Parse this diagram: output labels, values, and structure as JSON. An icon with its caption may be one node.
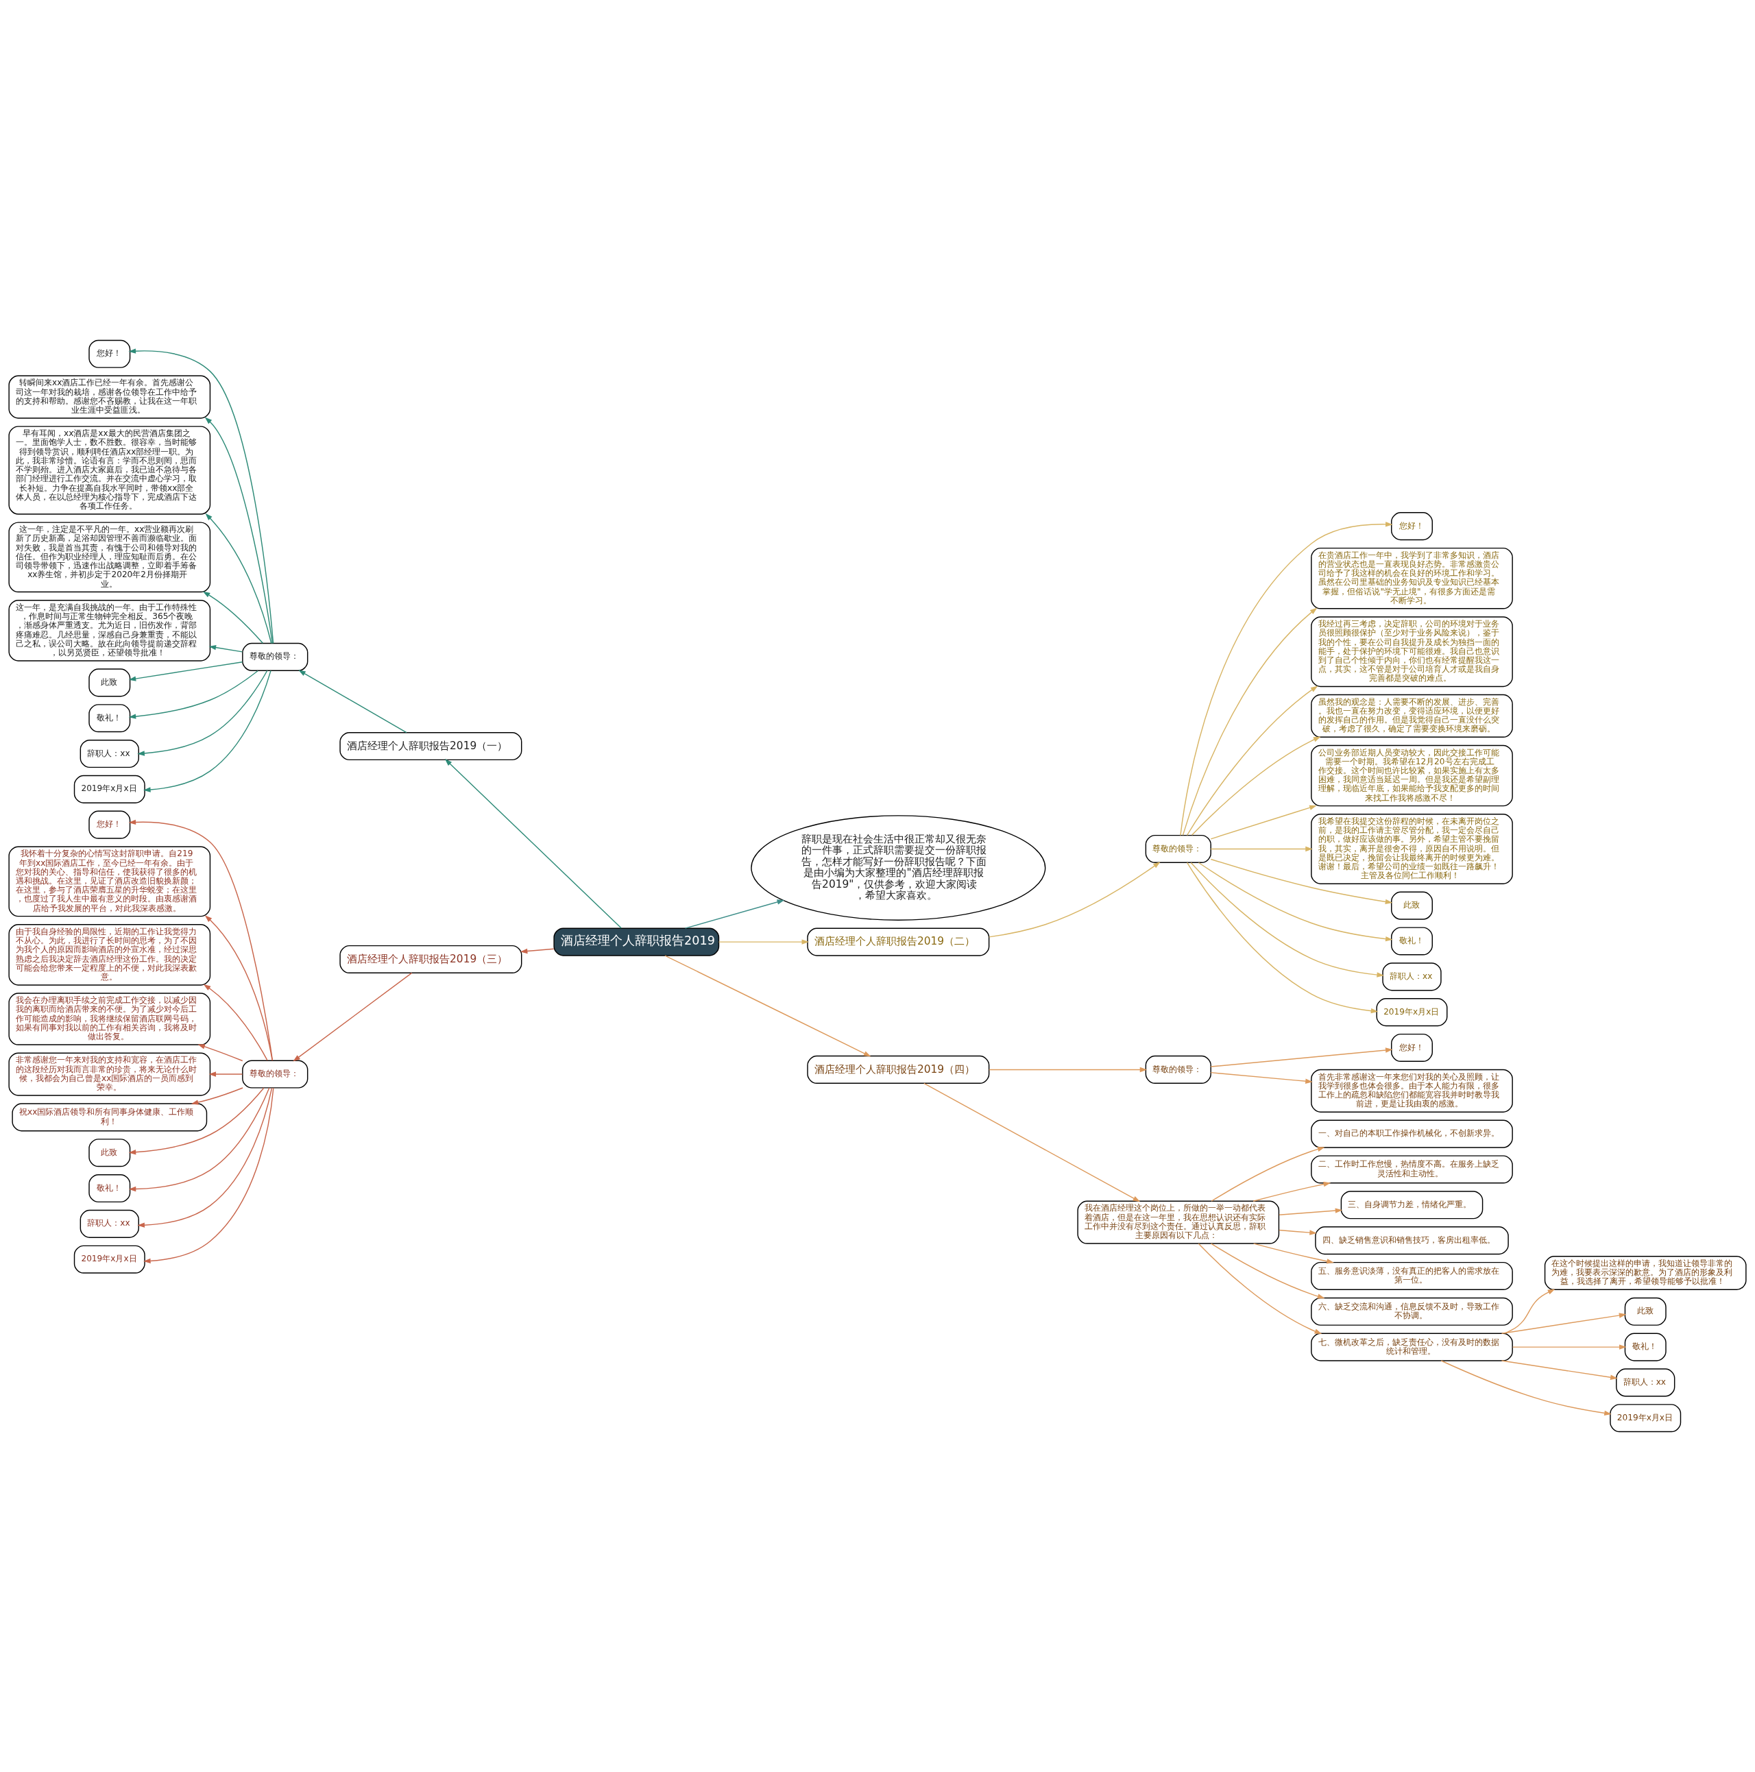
{
  "diagram": {
    "nodes": [
      {
        "text": [
          "酒店经理个人辞职报告2019"
        ]
      },
      {
        "text": [
          "辞职是现在社会生活中很正常却又很无奈的一件事，正式辞职需要提交一份辞职报告，怎样才能写好一份辞职报告呢？下面是由小编为大家整理的\"酒店经理辞职报告2019\"，仅供参考，欢迎大家阅读，希望大家喜欢。"
        ]
      },
      {
        "text": [
          "酒店经理个人辞职报告2019（一）"
        ]
      },
      {
        "text": [
          "尊敬的领导："
        ]
      },
      {
        "text": [
          "您好！"
        ]
      },
      {
        "text": [
          "转瞬间来xx酒店工作已经一年有余。首先感谢公司这一年对我的栽培，感谢各位领导在工作中给予的支持和帮助。感谢您不吝赐教，让我在这一年职业生涯中受益匪浅。"
        ]
      },
      {
        "text": [
          "早有耳闻，xx酒店是xx最大的民营酒店集团之一。里面饱学人士，数不胜数。很容幸，当时能够得到领导赏识，顺利聘任酒店xx部经理一职。为此，我非常珍惜。论语有言：学而不思则罔，思而不学则殆。进入酒店大家庭后，我已迫不急待与各部门经理进行工作交流。并在交流中虚心学习，取长补短。力争在提高自我水平同时，带领xx部全体人员，在以总经理为核心指导下，完成酒店下达各项工作任务。"
        ]
      },
      {
        "text": [
          "这一年，注定是不平凡的一年。xx营业额再次刷新了历史新高，足浴却因管理不善而濒临歇业。面对失败，我是首当其责，有愧于公司和领导对我的信任。但作为职业经理人，理应知耻而后勇。在公司领导带领下，迅速作出战略调整，立即着手筹备xx养生馆，并初步定于2020年2月份择期开业。"
        ]
      },
      {
        "text": [
          "这一年，是充满自我挑战的一年。由于工作特殊性，作息时间与正常生物钟完全相反。365个夜晚，渐感身体严重透支。尤为近日，旧伤发作，背部疼痛难忍。几经思量，深感自己身兼重责，不能以己之私，误公司大略。故在此向领导提前递交辞程，以另觅贤臣，还望领导批准！"
        ]
      },
      {
        "text": [
          "此致"
        ]
      },
      {
        "text": [
          "敬礼！"
        ]
      },
      {
        "text": [
          "辞职人：xx"
        ]
      },
      {
        "text": [
          "2019年x月x日"
        ]
      },
      {
        "text": [
          "酒店经理个人辞职报告2019（二）"
        ]
      },
      {
        "text": [
          "尊敬的领导："
        ]
      },
      {
        "text": [
          "您好！"
        ]
      },
      {
        "text": [
          "在贵酒店工作一年中，我学到了非常多知识，酒店的营业状态也是一直表现良好态势。非常感激贵公司给予了我这样的机会在良好的环境工作和学习。虽然在公司里基础的业务知识及专业知识已经基本掌握，但俗话说\"学无止境\"，有很多方面还是需不断学习。"
        ]
      },
      {
        "text": [
          "我经过再三考虑，决定辞职，公司的环境对于业务员很照顾很保护（至少对于业务风险来说），鉴于我的个性，要在公司自我提升及成长为独挡一面的能手，处于保护的环境下可能很难。我自己也意识到了自己个性倾于内向，你们也有经常提醒我这一点，其实，这不管是对于公司培育人才或是我自身完善都是突破的难点。"
        ]
      },
      {
        "text": [
          "虽然我的观念是：人需要不断的发展、进步、完善。我也一直在努力改变，变得适应环境，以便更好的发挥自己的作用。但是我觉得自己一直没什么突破，考虑了很久，确定了需要变换环境来磨砺。"
        ]
      },
      {
        "text": [
          "公司业务部近期人员变动较大，因此交接工作可能需要一个时期。我希望在12月20号左右完成工作交接。这个时间也许比较紧，如果实施上有太多困难，我同意适当延迟一周。但是我还是希望副理理解，现临近年底，如果能给予我支配更多的时间来找工作我将感激不尽！"
        ]
      },
      {
        "text": [
          "我希望在我提交这份辞程的时候，在未离开岗位之前，是我的工作请主管尽管分配，我一定会尽自己的职，做好应该做的事。另外，希望主管不要挽留我，其实，离开是很舍不得，原因自不用说明。但是既已决定，挽留会让我最终离开的时候更为难。谢谢！最后，希望公司的业绩一如既往一路飙升！主管及各位同仁工作顺利！"
        ]
      },
      {
        "text": [
          "此致"
        ]
      },
      {
        "text": [
          "敬礼！"
        ]
      },
      {
        "text": [
          "辞职人：xx"
        ]
      },
      {
        "text": [
          "2019年x月x日"
        ]
      },
      {
        "text": [
          "酒店经理个人辞职报告2019（三）"
        ]
      },
      {
        "text": [
          "尊敬的领导："
        ]
      },
      {
        "text": [
          "您好！"
        ]
      },
      {
        "text": [
          "我怀着十分复杂的心情写这封辞职申请。自219年到xx国际酒店工作，至今已经一年有余。由于您对我的关心、指导和信任，使我获得了很多的机遇和挑战。在这里，见证了酒店改造旧貌换新颜；在这里，参与了酒店荣膺五星的升华蜕变；在这里，也度过了我人生中最有意义的时段。由衷感谢酒店给予我发展的平台，对此我深表感激。"
        ]
      },
      {
        "text": [
          "由于我自身经验的局限性，近期的工作让我觉得力不从心。为此，我进行了长时间的思考，为了不因为我个人的原因而影响酒店的外宣水准，经过深思熟虑之后我决定辞去酒店经理这份工作。我的决定可能会给您带来一定程度上的不便，对此我深表歉意。"
        ]
      },
      {
        "text": [
          "我会在办理离职手续之前完成工作交接，以减少因我的离职而给酒店带来的不便。为了减少对今后工作可能造成的影响，我将继续保留酒店联网号码，如果有同事对我以前的工作有相关咨询，我将及时做出答复。"
        ]
      },
      {
        "text": [
          "非常感谢您一年来对我的支持和宽容，在酒店工作的这段经历对我而言非常的珍贵，将来无论什么时候，我都会为自己曾是xx国际酒店的一员而感到荣幸。"
        ]
      },
      {
        "text": [
          "祝xx国际酒店领导和所有同事身体健康、工作顺利！"
        ]
      },
      {
        "text": [
          "此致"
        ]
      },
      {
        "text": [
          "敬礼！"
        ]
      },
      {
        "text": [
          "辞职人：xx"
        ]
      },
      {
        "text": [
          "2019年x月x日"
        ]
      },
      {
        "text": [
          "酒店经理个人辞职报告2019（四）"
        ]
      },
      {
        "text": [
          "尊敬的领导："
        ]
      },
      {
        "text": [
          "您好！"
        ]
      },
      {
        "text": [
          "首先非常感谢这一年来您们对我的关心及照顾，让我学到很多也体会很多。由于本人能力有限，很多工作上的疏忽和缺陷您们都能宽容我并时时教导我前进，更是让我由衷的感激。"
        ]
      },
      {
        "text": [
          "我在酒店经理这个岗位上，所做的一举一动都代表着酒店，但是在这一年里，我在思想认识还有实际工作中并没有尽到这个责任。通过认真反思，辞职主要原因有以下几点："
        ]
      },
      {
        "text": [
          "一、对自己的本职工作操作机械化，不创新求异。"
        ]
      },
      {
        "text": [
          "二、工作时工作怠慢，热情度不高。在服务上缺乏灵活性和主动性。"
        ]
      },
      {
        "text": [
          "三、自身调节力差，情绪化严重。"
        ]
      },
      {
        "text": [
          "四、缺乏销售意识和销售技巧，客房出租率低。"
        ]
      },
      {
        "text": [
          "五、服务意识淡薄，没有真正的把客人的需求放在第一位。"
        ]
      },
      {
        "text": [
          "六、缺乏交流和沟通，信息反馈不及时，导致工作不协调。"
        ]
      },
      {
        "text": [
          "七、微机改革之后，缺乏责任心，没有及时的数据统计和管理。"
        ]
      },
      {
        "text": [
          "在这个时候提出这样的申请，我知道让领导非常的为难，我要表示深深的歉意。为了酒店的形象及利益，我选择了离开，希望领导能够予以批准！"
        ]
      },
      {
        "text": [
          "此致"
        ]
      },
      {
        "text": [
          "敬礼！"
        ]
      },
      {
        "text": [
          "辞职人：xx"
        ]
      },
      {
        "text": [
          "2019年x月x日"
        ]
      }
    ],
    "edges": [
      {
        "from": 0,
        "to": 1,
        "arrow": "to",
        "color": "#3f8f8a"
      },
      {
        "from": 0,
        "to": 2,
        "arrow": "to",
        "color": "#2e8b78"
      },
      {
        "from": 2,
        "to": 3,
        "arrow": "to",
        "color": "#2e8b78"
      },
      {
        "from": 3,
        "to": 4,
        "arrow": "to",
        "color": "#2e8b78"
      },
      {
        "from": 3,
        "to": 5,
        "arrow": "to",
        "color": "#2e8b78"
      },
      {
        "from": 3,
        "to": 6,
        "arrow": "to",
        "color": "#2e8b78"
      },
      {
        "from": 3,
        "to": 7,
        "arrow": "to",
        "color": "#2e8b78"
      },
      {
        "from": 3,
        "to": 8,
        "arrow": "to",
        "color": "#2e8b78"
      },
      {
        "from": 3,
        "to": 9,
        "arrow": "to",
        "color": "#2e8b78"
      },
      {
        "from": 3,
        "to": 10,
        "arrow": "to",
        "color": "#2e8b78"
      },
      {
        "from": 3,
        "to": 11,
        "arrow": "to",
        "color": "#2e8b78"
      },
      {
        "from": 3,
        "to": 12,
        "arrow": "to",
        "color": "#2e8b78"
      },
      {
        "from": 0,
        "to": 13,
        "arrow": "to",
        "color": "#d8b565"
      },
      {
        "from": 13,
        "to": 14,
        "arrow": "to",
        "color": "#d8b565"
      },
      {
        "from": 14,
        "to": 15,
        "arrow": "to",
        "color": "#d8b565"
      },
      {
        "from": 14,
        "to": 16,
        "arrow": "to",
        "color": "#d8b565"
      },
      {
        "from": 14,
        "to": 17,
        "arrow": "to",
        "color": "#d8b565"
      },
      {
        "from": 14,
        "to": 18,
        "arrow": "to",
        "color": "#d8b565"
      },
      {
        "from": 14,
        "to": 19,
        "arrow": "to",
        "color": "#d8b565"
      },
      {
        "from": 14,
        "to": 20,
        "arrow": "to",
        "color": "#d8b565"
      },
      {
        "from": 14,
        "to": 21,
        "arrow": "to",
        "color": "#d8b565"
      },
      {
        "from": 14,
        "to": 22,
        "arrow": "to",
        "color": "#d8b565"
      },
      {
        "from": 14,
        "to": 23,
        "arrow": "to",
        "color": "#d8b565"
      },
      {
        "from": 14,
        "to": 24,
        "arrow": "to",
        "color": "#d8b565"
      },
      {
        "from": 0,
        "to": 25,
        "arrow": "to",
        "color": "#c9664c"
      },
      {
        "from": 25,
        "to": 26,
        "arrow": "to",
        "color": "#c9664c"
      },
      {
        "from": 26,
        "to": 27,
        "arrow": "to",
        "color": "#c9664c"
      },
      {
        "from": 26,
        "to": 28,
        "arrow": "to",
        "color": "#c9664c"
      },
      {
        "from": 26,
        "to": 29,
        "arrow": "to",
        "color": "#c9664c"
      },
      {
        "from": 26,
        "to": 30,
        "arrow": "to",
        "color": "#c9664c"
      },
      {
        "from": 26,
        "to": 31,
        "arrow": "to",
        "color": "#c9664c"
      },
      {
        "from": 26,
        "to": 32,
        "arrow": "to",
        "color": "#c9664c"
      },
      {
        "from": 26,
        "to": 33,
        "arrow": "to",
        "color": "#c9664c"
      },
      {
        "from": 26,
        "to": 34,
        "arrow": "to",
        "color": "#c9664c"
      },
      {
        "from": 26,
        "to": 35,
        "arrow": "to",
        "color": "#c9664c"
      },
      {
        "from": 26,
        "to": 36,
        "arrow": "to",
        "color": "#c9664c"
      },
      {
        "from": 0,
        "to": 37,
        "arrow": "to",
        "color": "#dd9a5c"
      },
      {
        "from": 37,
        "to": 38,
        "arrow": "to",
        "color": "#dd9a5c"
      },
      {
        "from": 38,
        "to": 39,
        "arrow": "to",
        "color": "#dd9a5c"
      },
      {
        "from": 38,
        "to": 40,
        "arrow": "to",
        "color": "#dd9a5c"
      },
      {
        "from": 37,
        "to": 41,
        "arrow": "to",
        "color": "#dd9a5c"
      },
      {
        "from": 41,
        "to": 42,
        "arrow": "to",
        "color": "#dd9a5c"
      },
      {
        "from": 41,
        "to": 43,
        "arrow": "to",
        "color": "#dd9a5c"
      },
      {
        "from": 41,
        "to": 44,
        "arrow": "to",
        "color": "#dd9a5c"
      },
      {
        "from": 41,
        "to": 45,
        "arrow": "to",
        "color": "#dd9a5c"
      },
      {
        "from": 41,
        "to": 46,
        "arrow": "to",
        "color": "#dd9a5c"
      },
      {
        "from": 41,
        "to": 47,
        "arrow": "to",
        "color": "#dd9a5c"
      },
      {
        "from": 41,
        "to": 48,
        "arrow": "to",
        "color": "#dd9a5c"
      },
      {
        "from": 48,
        "to": 49,
        "arrow": "to",
        "color": "#dd9a5c"
      },
      {
        "from": 48,
        "to": 50,
        "arrow": "to",
        "color": "#dd9a5c"
      },
      {
        "from": 48,
        "to": 51,
        "arrow": "to",
        "color": "#dd9a5c"
      },
      {
        "from": 48,
        "to": 52,
        "arrow": "to",
        "color": "#dd9a5c"
      },
      {
        "from": 48,
        "to": 53,
        "arrow": "to",
        "color": "#dd9a5c"
      }
    ]
  }
}
